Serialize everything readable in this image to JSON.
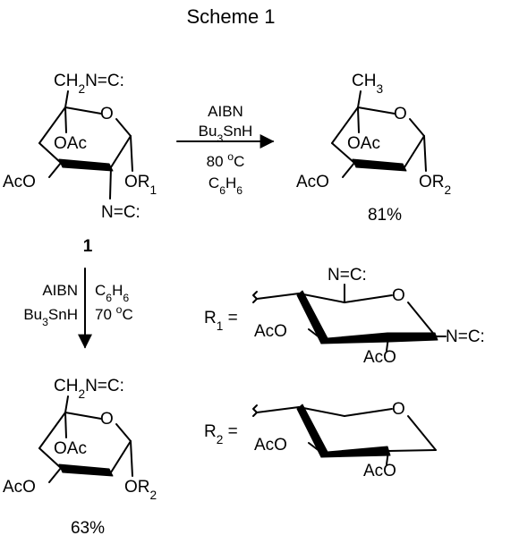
{
  "title": "Scheme 1",
  "compound_label": "1",
  "labels": {
    "ch2nc": "CH2N=C:",
    "nc": "N=C:",
    "oac": "OAc",
    "aco": "AcO",
    "ring_o": "O",
    "or1": "OR1",
    "or2": "OR2",
    "ch3": "CH3",
    "r1_eq": "R1 =",
    "r2_eq": "R2 ="
  },
  "reaction_top": {
    "reagent_1": "AIBN",
    "reagent_2": "Bu3SnH",
    "temperature": "80 °C",
    "solvent": "C6H6"
  },
  "reaction_down": {
    "reagent_1": "AIBN",
    "reagent_2": "Bu3SnH",
    "solvent": "C6H6",
    "temperature": "70 °C"
  },
  "yields": {
    "top_product": "81%",
    "bottom_product": "63%"
  }
}
